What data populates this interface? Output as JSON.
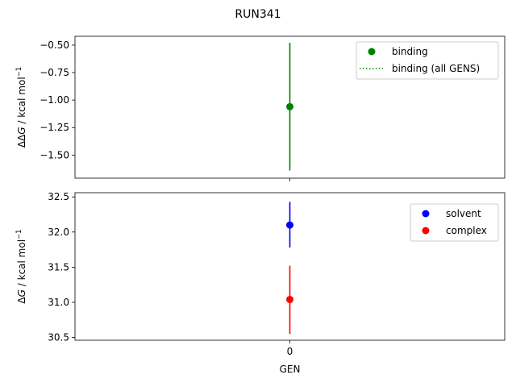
{
  "figure": {
    "title": "RUN341"
  },
  "chart_data": [
    {
      "type": "scatter",
      "panel": "top",
      "ylabel_prefix": "ΔΔ",
      "ylabel_var": "G",
      "ylabel_mid": " / kcal mol",
      "ylabel_sup": "−1",
      "xlabel": "",
      "ylim": [
        -1.71,
        -0.42
      ],
      "yticks": [
        -1.5,
        -1.25,
        -1.0,
        -0.75,
        -0.5
      ],
      "ytick_labels": [
        "−1.50",
        "−1.25",
        "−1.00",
        "−0.75",
        "−0.50"
      ],
      "xticks": [
        0
      ],
      "xlim": [
        -1,
        1
      ],
      "grid": false,
      "legend_position": "top-right",
      "legend": [
        {
          "label": "binding",
          "style": "marker",
          "color": "#008000"
        },
        {
          "label": "binding (all GENS)",
          "style": "dotted-line",
          "color": "#008000"
        }
      ],
      "series": [
        {
          "name": "binding",
          "color": "#008000",
          "points": [
            {
              "x": 0,
              "y": -1.06,
              "yerr_low": -1.64,
              "yerr_high": -0.48
            }
          ]
        }
      ]
    },
    {
      "type": "scatter",
      "panel": "bottom",
      "ylabel_prefix": "Δ",
      "ylabel_var": "G",
      "ylabel_mid": " / kcal mol",
      "ylabel_sup": "−1",
      "xlabel": "GEN",
      "ylim": [
        30.46,
        32.56
      ],
      "yticks": [
        30.5,
        31.0,
        31.5,
        32.0,
        32.5
      ],
      "ytick_labels": [
        "30.5",
        "31.0",
        "31.5",
        "32.0",
        "32.5"
      ],
      "xticks": [
        0
      ],
      "xtick_labels": [
        "0"
      ],
      "xlim": [
        -1,
        1
      ],
      "grid": false,
      "legend_position": "top-right",
      "legend": [
        {
          "label": "solvent",
          "style": "marker",
          "color": "#0000ff"
        },
        {
          "label": "complex",
          "style": "marker",
          "color": "#ff0000"
        }
      ],
      "series": [
        {
          "name": "solvent",
          "color": "#0000ff",
          "points": [
            {
              "x": 0,
              "y": 32.1,
              "yerr_low": 31.78,
              "yerr_high": 32.43
            }
          ]
        },
        {
          "name": "complex",
          "color": "#ff0000",
          "points": [
            {
              "x": 0,
              "y": 31.04,
              "yerr_low": 30.55,
              "yerr_high": 31.52
            }
          ]
        }
      ]
    }
  ]
}
